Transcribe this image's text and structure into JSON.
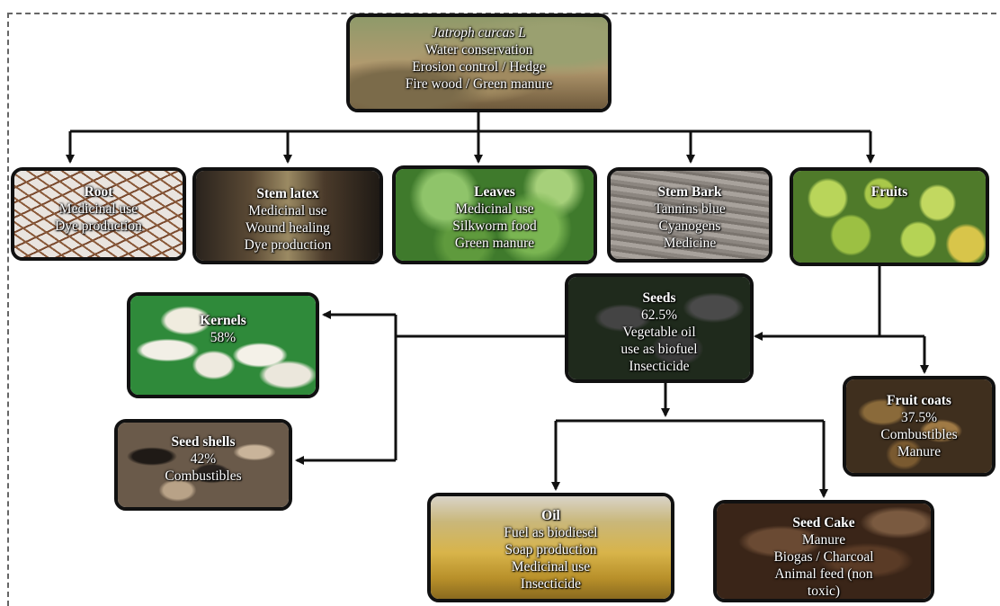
{
  "top": {
    "title": "Jatroph curcas L",
    "lines": [
      "Water conservation",
      "Erosion control / Hedge",
      "Fire wood / Green manure"
    ]
  },
  "root": {
    "title": "Root",
    "lines": [
      "Medicinal use",
      "Dye production"
    ]
  },
  "stem_latex": {
    "title": "Stem latex",
    "lines": [
      "Medicinal use",
      "Wound healing",
      "Dye production"
    ]
  },
  "leaves": {
    "title": "Leaves",
    "lines": [
      "Medicinal use",
      "Silkworm food",
      "Green manure"
    ]
  },
  "stem_bark": {
    "title": "Stem Bark",
    "lines": [
      "Tannins blue",
      "Cyanogens",
      "Medicine"
    ]
  },
  "fruits": {
    "title": "Fruits",
    "lines": []
  },
  "seeds": {
    "title": "Seeds",
    "lines": [
      "62.5%",
      "Vegetable oil",
      "use as biofuel",
      "Insecticide"
    ]
  },
  "kernels": {
    "title": "Kernels",
    "lines": [
      "58%"
    ]
  },
  "seed_shells": {
    "title": "Seed shells",
    "lines": [
      "42%",
      "Combustibles"
    ]
  },
  "fruit_coats": {
    "title": "Fruit coats",
    "lines": [
      "37.5%",
      "Combustibles",
      "Manure"
    ]
  },
  "oil": {
    "title": "Oil",
    "lines": [
      "Fuel as biodiesel",
      "Soap production",
      "Medicinal use",
      "Insecticide"
    ]
  },
  "seed_cake": {
    "title": "Seed Cake",
    "lines": [
      "Manure",
      "Biogas / Charcoal",
      "Animal feed (non",
      "toxic)"
    ]
  }
}
